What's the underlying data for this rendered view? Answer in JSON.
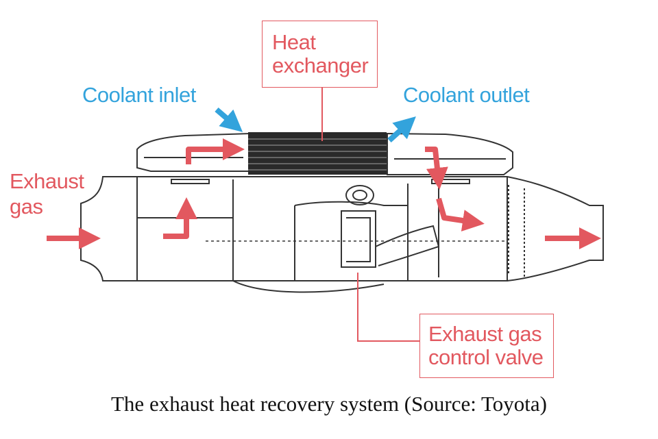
{
  "labels": {
    "heat_exchanger": [
      "Heat",
      "exchanger"
    ],
    "coolant_inlet": "Coolant inlet",
    "coolant_outlet": "Coolant outlet",
    "exhaust_gas": [
      "Exhaust",
      "gas"
    ],
    "control_valve": [
      "Exhaust gas",
      "control valve"
    ]
  },
  "caption": "The exhaust heat recovery system (Source: Toyota)",
  "colors": {
    "label_red": "#e2585f",
    "label_blue": "#33a3dc",
    "line": "#333333",
    "exchanger_core": "#2a2a2a"
  }
}
